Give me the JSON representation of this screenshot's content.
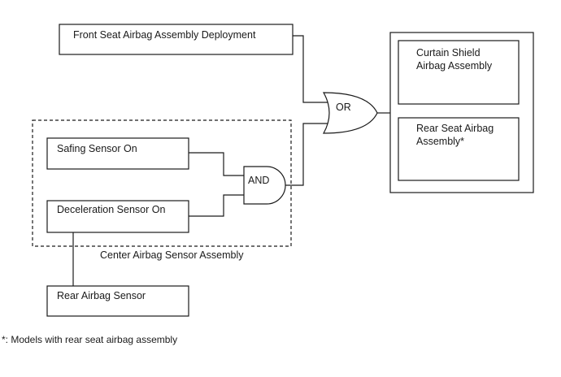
{
  "blocks": {
    "front_seat": "Front Seat Airbag Assembly Deployment",
    "curtain_shield": "Curtain Shield\nAirbag Assembly",
    "rear_seat": "Rear Seat Airbag\nAssembly*",
    "safing": "Safing Sensor On",
    "deceleration": "Deceleration Sensor On",
    "rear_sensor": "Rear Airbag Sensor"
  },
  "gates": {
    "or": "OR",
    "and": "AND"
  },
  "group_label": "Center Airbag Sensor Assembly",
  "footnote": "*: Models with rear seat airbag assembly"
}
